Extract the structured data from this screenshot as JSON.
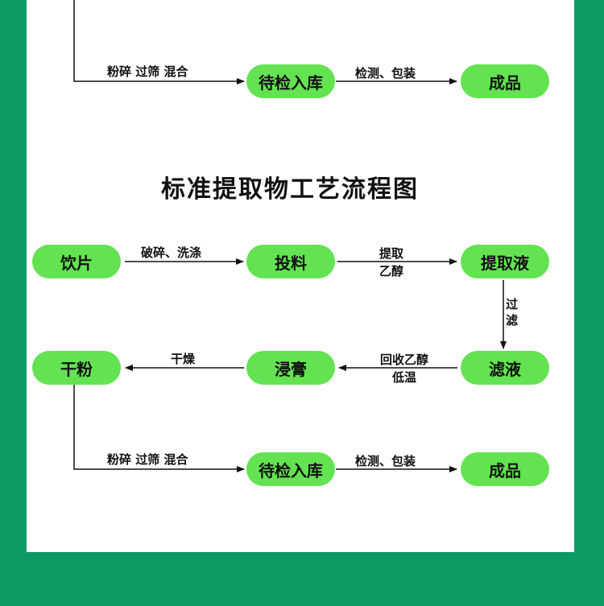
{
  "title": "标准提取物工艺流程图",
  "top_section": {
    "nodes": {
      "pending": "待检入库",
      "product": "成品"
    },
    "edges": {
      "grind": "粉碎 过筛 混合",
      "inspect": "检测、包装"
    }
  },
  "main_flow": {
    "nodes": {
      "slices": "饮片",
      "feed": "投料",
      "extract": "提取液",
      "filtrate": "滤液",
      "paste": "浸膏",
      "powder": "干粉",
      "pending": "待检入库",
      "product": "成品"
    },
    "edges": {
      "crush_wash": "破碎、洗涤",
      "extract_1": "提取",
      "extract_2": "乙醇",
      "filter_1": "过",
      "filter_2": "滤",
      "recover_1": "回收乙醇",
      "recover_2": "低温",
      "dry": "干燥",
      "grind": "粉碎 过筛 混合",
      "inspect": "检测、包装"
    }
  },
  "colors": {
    "frame": "#0d9a63",
    "panel": "#ffffff",
    "node": "#63e351",
    "line": "#111111"
  }
}
